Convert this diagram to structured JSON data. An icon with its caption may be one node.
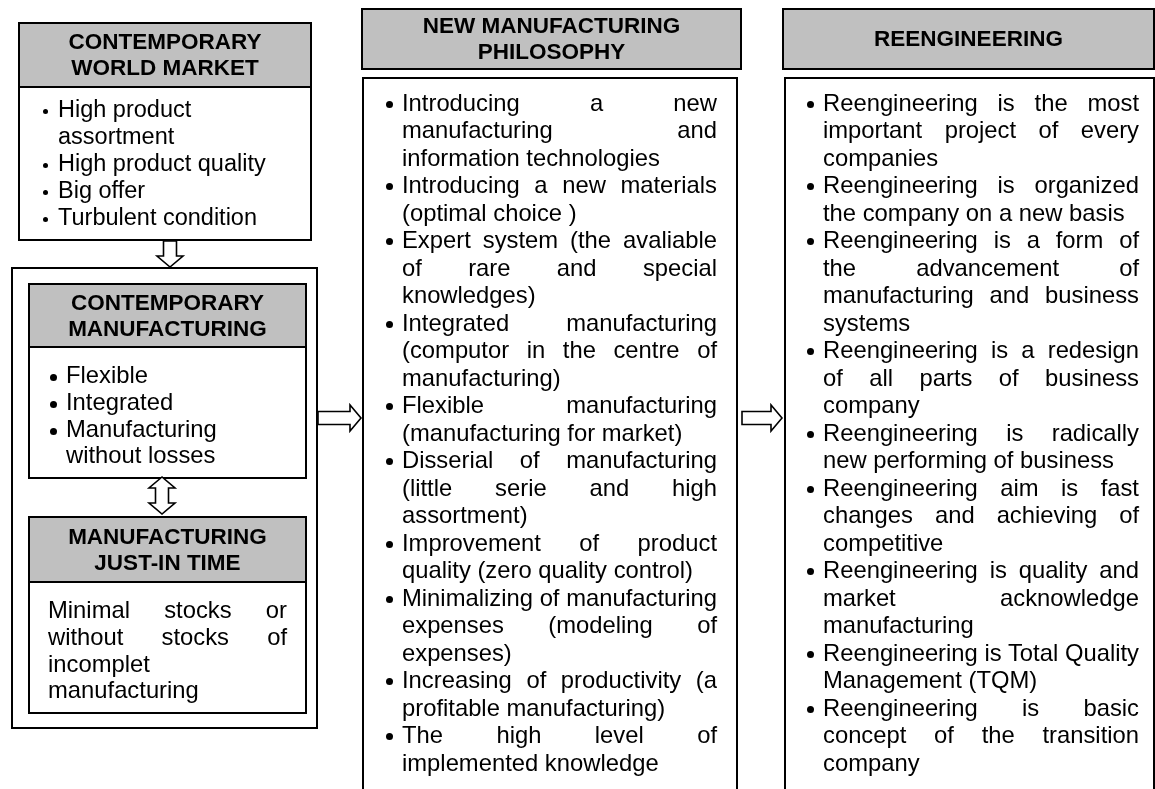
{
  "diagram": {
    "nodes": [
      {
        "text": [
          "CONTEMPORARY WORLD MARKET",
          "High product assortment",
          "High product quality",
          "Big offer",
          "Turbulent condition"
        ]
      },
      {
        "text": [],
        "shape": "box"
      },
      {
        "text": [
          "CONTEMPORARY MANUFACTURING",
          "Flexible",
          "Integrated",
          "Manufacturing without losses"
        ],
        "in": 1
      },
      {
        "text": [
          "MANUFACTURING JUST-IN TIME",
          "Minimal stocks or without stocks of incomplet manufacturing"
        ],
        "in": 1
      },
      {
        "text": [
          "NEW MANUFACTURING PHILOSOPHY",
          "Introducing a new manufacturing and information technologies",
          "Introducing a new materials (optimal choice )",
          "Expert system (the avaliable of rare and special knowledges)",
          "Integrated manufacturing (computor in the centre of manufacturing)",
          "Flexible manufacturing (manufacturing for market)",
          "Disserial of manufacturing (little serie and high assortment)",
          "Improvement of product quality (zero quality control)",
          "Minimalizing of manufacturing expenses (modeling of expenses)",
          "Increasing of productivity (a profitable manufacturing)",
          "The high level of implemented knowledge"
        ]
      },
      {
        "text": [
          "REENGINEERING",
          "Reengineering is the most important project of every companies",
          "Reengineering is organized the company on a new basis",
          "Reengineering is a form of the advancement of manufacturing and business systems",
          "Reengineering is a redesign of all parts of business company",
          "Reengineering is radically new performing of business",
          "Reengineering aim is fast changes and achieving of competitive",
          "Reengineering is quality and market acknowledge manufacturing",
          "Reengineering is Total Quality Management (TQM)",
          "Reengineering is basic concept of the transition company"
        ]
      }
    ],
    "edges": [
      {
        "from": 0,
        "to": 1,
        "arrow": "to"
      },
      {
        "from": 2,
        "to": 3,
        "arrow": "both"
      },
      {
        "from": 1,
        "to": 4,
        "arrow": "to"
      },
      {
        "from": 4,
        "to": 5,
        "arrow": "to"
      }
    ]
  }
}
